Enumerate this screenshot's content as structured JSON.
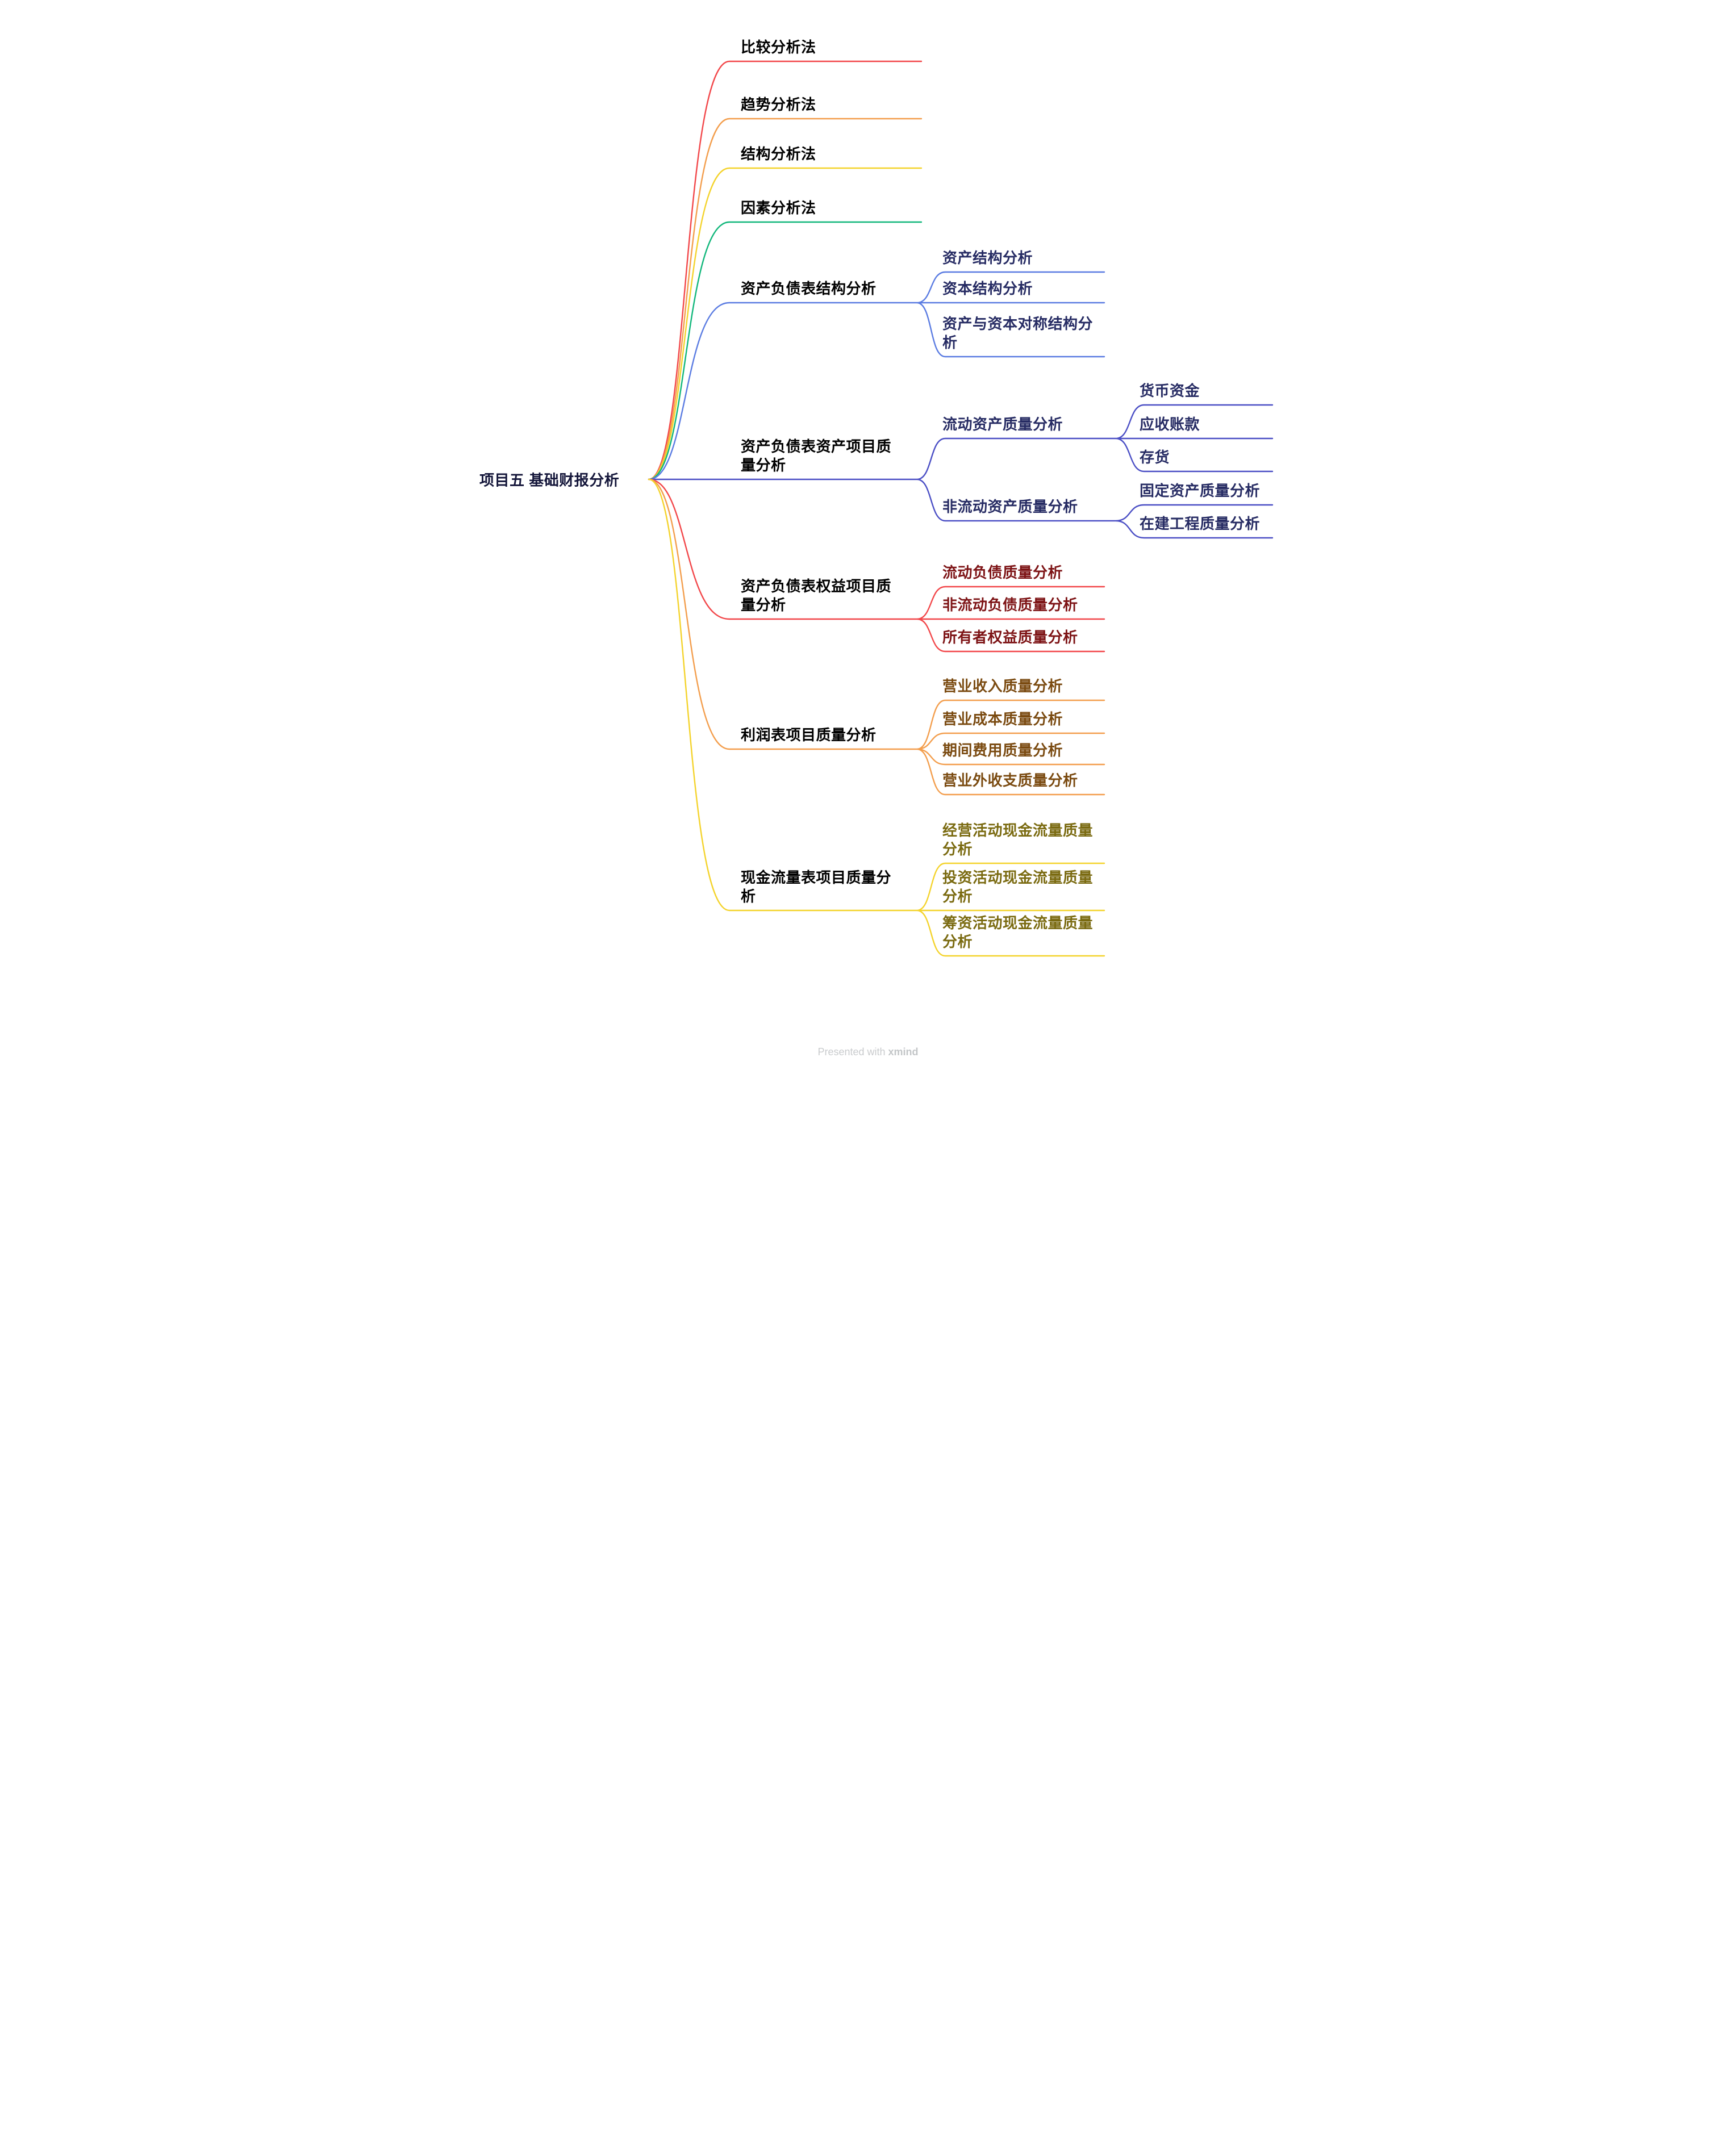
{
  "root": {
    "label": "项目五 基础财报分析"
  },
  "branches": [
    {
      "label": "比较分析法"
    },
    {
      "label": "趋势分析法"
    },
    {
      "label": "结构分析法"
    },
    {
      "label": "因素分析法"
    },
    {
      "label": "资产负债表结构分析",
      "children": [
        {
          "label": "资产结构分析"
        },
        {
          "label": "资本结构分析"
        },
        {
          "label": "资产与资本对称结构分析"
        }
      ]
    },
    {
      "label": "资产负债表资产项目质量分析",
      "children": [
        {
          "label": "流动资产质量分析",
          "children": [
            {
              "label": "货币资金"
            },
            {
              "label": "应收账款"
            },
            {
              "label": "存货"
            }
          ]
        },
        {
          "label": "非流动资产质量分析",
          "children": [
            {
              "label": "固定资产质量分析"
            },
            {
              "label": "在建工程质量分析"
            }
          ]
        }
      ]
    },
    {
      "label": "资产负债表权益项目质量分析",
      "children": [
        {
          "label": "流动负债质量分析"
        },
        {
          "label": "非流动负债质量分析"
        },
        {
          "label": "所有者权益质量分析"
        }
      ]
    },
    {
      "label": "利润表项目质量分析",
      "children": [
        {
          "label": "营业收入质量分析"
        },
        {
          "label": "营业成本质量分析"
        },
        {
          "label": "期间费用质量分析"
        },
        {
          "label": "营业外收支质量分析"
        }
      ]
    },
    {
      "label": "现金流量表项目质量分析",
      "children": [
        {
          "label": "经营活动现金流量质量分析"
        },
        {
          "label": "投资活动现金流量质量分析"
        },
        {
          "label": "筹资活动现金流量质量分析"
        }
      ]
    }
  ],
  "colors": {
    "red": "#f2474a",
    "orange": "#f39e4d",
    "yellow": "#f4d32c",
    "green": "#12b77b",
    "blue": "#5b7ce2",
    "indigo": "#4b4fc5",
    "navy_text": "#262b63",
    "dark_red_text": "#7d1315",
    "brown_text": "#7a4a10",
    "olive_text": "#7a6a10",
    "root_text": "#14163a",
    "footer_text": "#c9cbcd"
  },
  "footer": {
    "text": "Presented with ",
    "brand": "xmind"
  }
}
